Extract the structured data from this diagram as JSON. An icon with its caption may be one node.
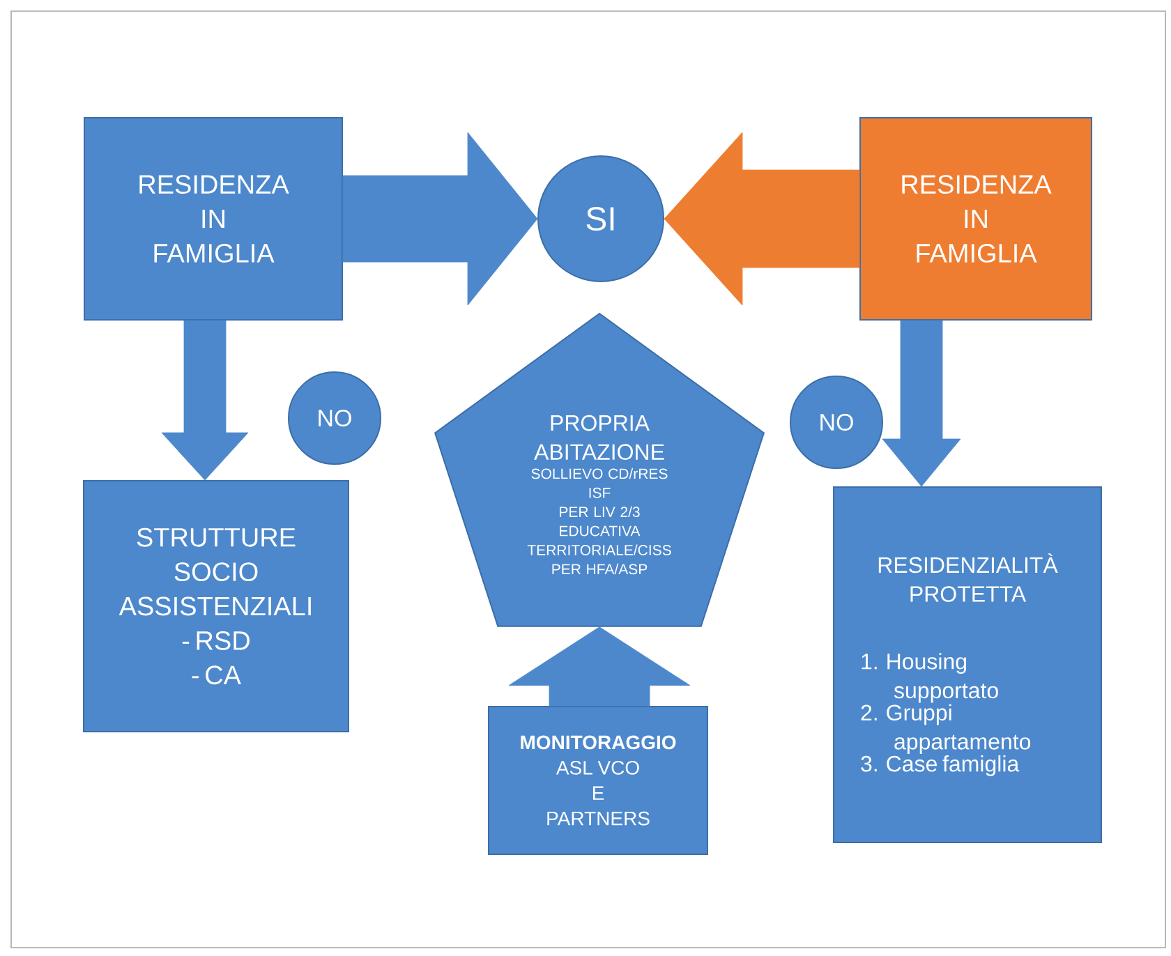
{
  "diagram": {
    "nodes": [
      {
        "text": [
          "RESIDENZA IN FAMIGLIA"
        ]
      },
      {
        "text": [
          "SI"
        ]
      },
      {
        "text": [
          "RESIDENZA IN FAMIGLIA"
        ]
      },
      {
        "text": [
          "NO"
        ]
      },
      {
        "text": [
          "PROPRIA ABITAZIONE",
          "SOLLIEVO CD/rRES",
          "ISF",
          "PER LIV 2/3",
          "EDUCATIVA",
          "TERRITORIALE/CISS",
          "PER HFA/ASP"
        ]
      },
      {
        "text": [
          "NO"
        ]
      },
      {
        "text": [
          "STRUTTURE SOCIO ASSISTENZIALI",
          "- RSD",
          "- CA"
        ]
      },
      {
        "text": [
          "RESIDENZIALITÀ PROTETTA",
          "1. Housing supportato",
          "2. Gruppi appartamento",
          "3. Case famiglia"
        ]
      },
      {
        "text": [
          "MONITORAGGIO",
          "ASL VCO",
          "E",
          "PARTNERS"
        ]
      }
    ],
    "edges": [
      {
        "from": 0,
        "to": 1,
        "arrow": "to"
      },
      {
        "from": 2,
        "to": 1,
        "arrow": "to",
        "color": "#ed7d31"
      },
      {
        "from": 0,
        "to": 6,
        "arrow": "to"
      },
      {
        "from": 2,
        "to": 7,
        "arrow": "to"
      },
      {
        "from": 8,
        "to": 4,
        "arrow": "to"
      }
    ]
  }
}
